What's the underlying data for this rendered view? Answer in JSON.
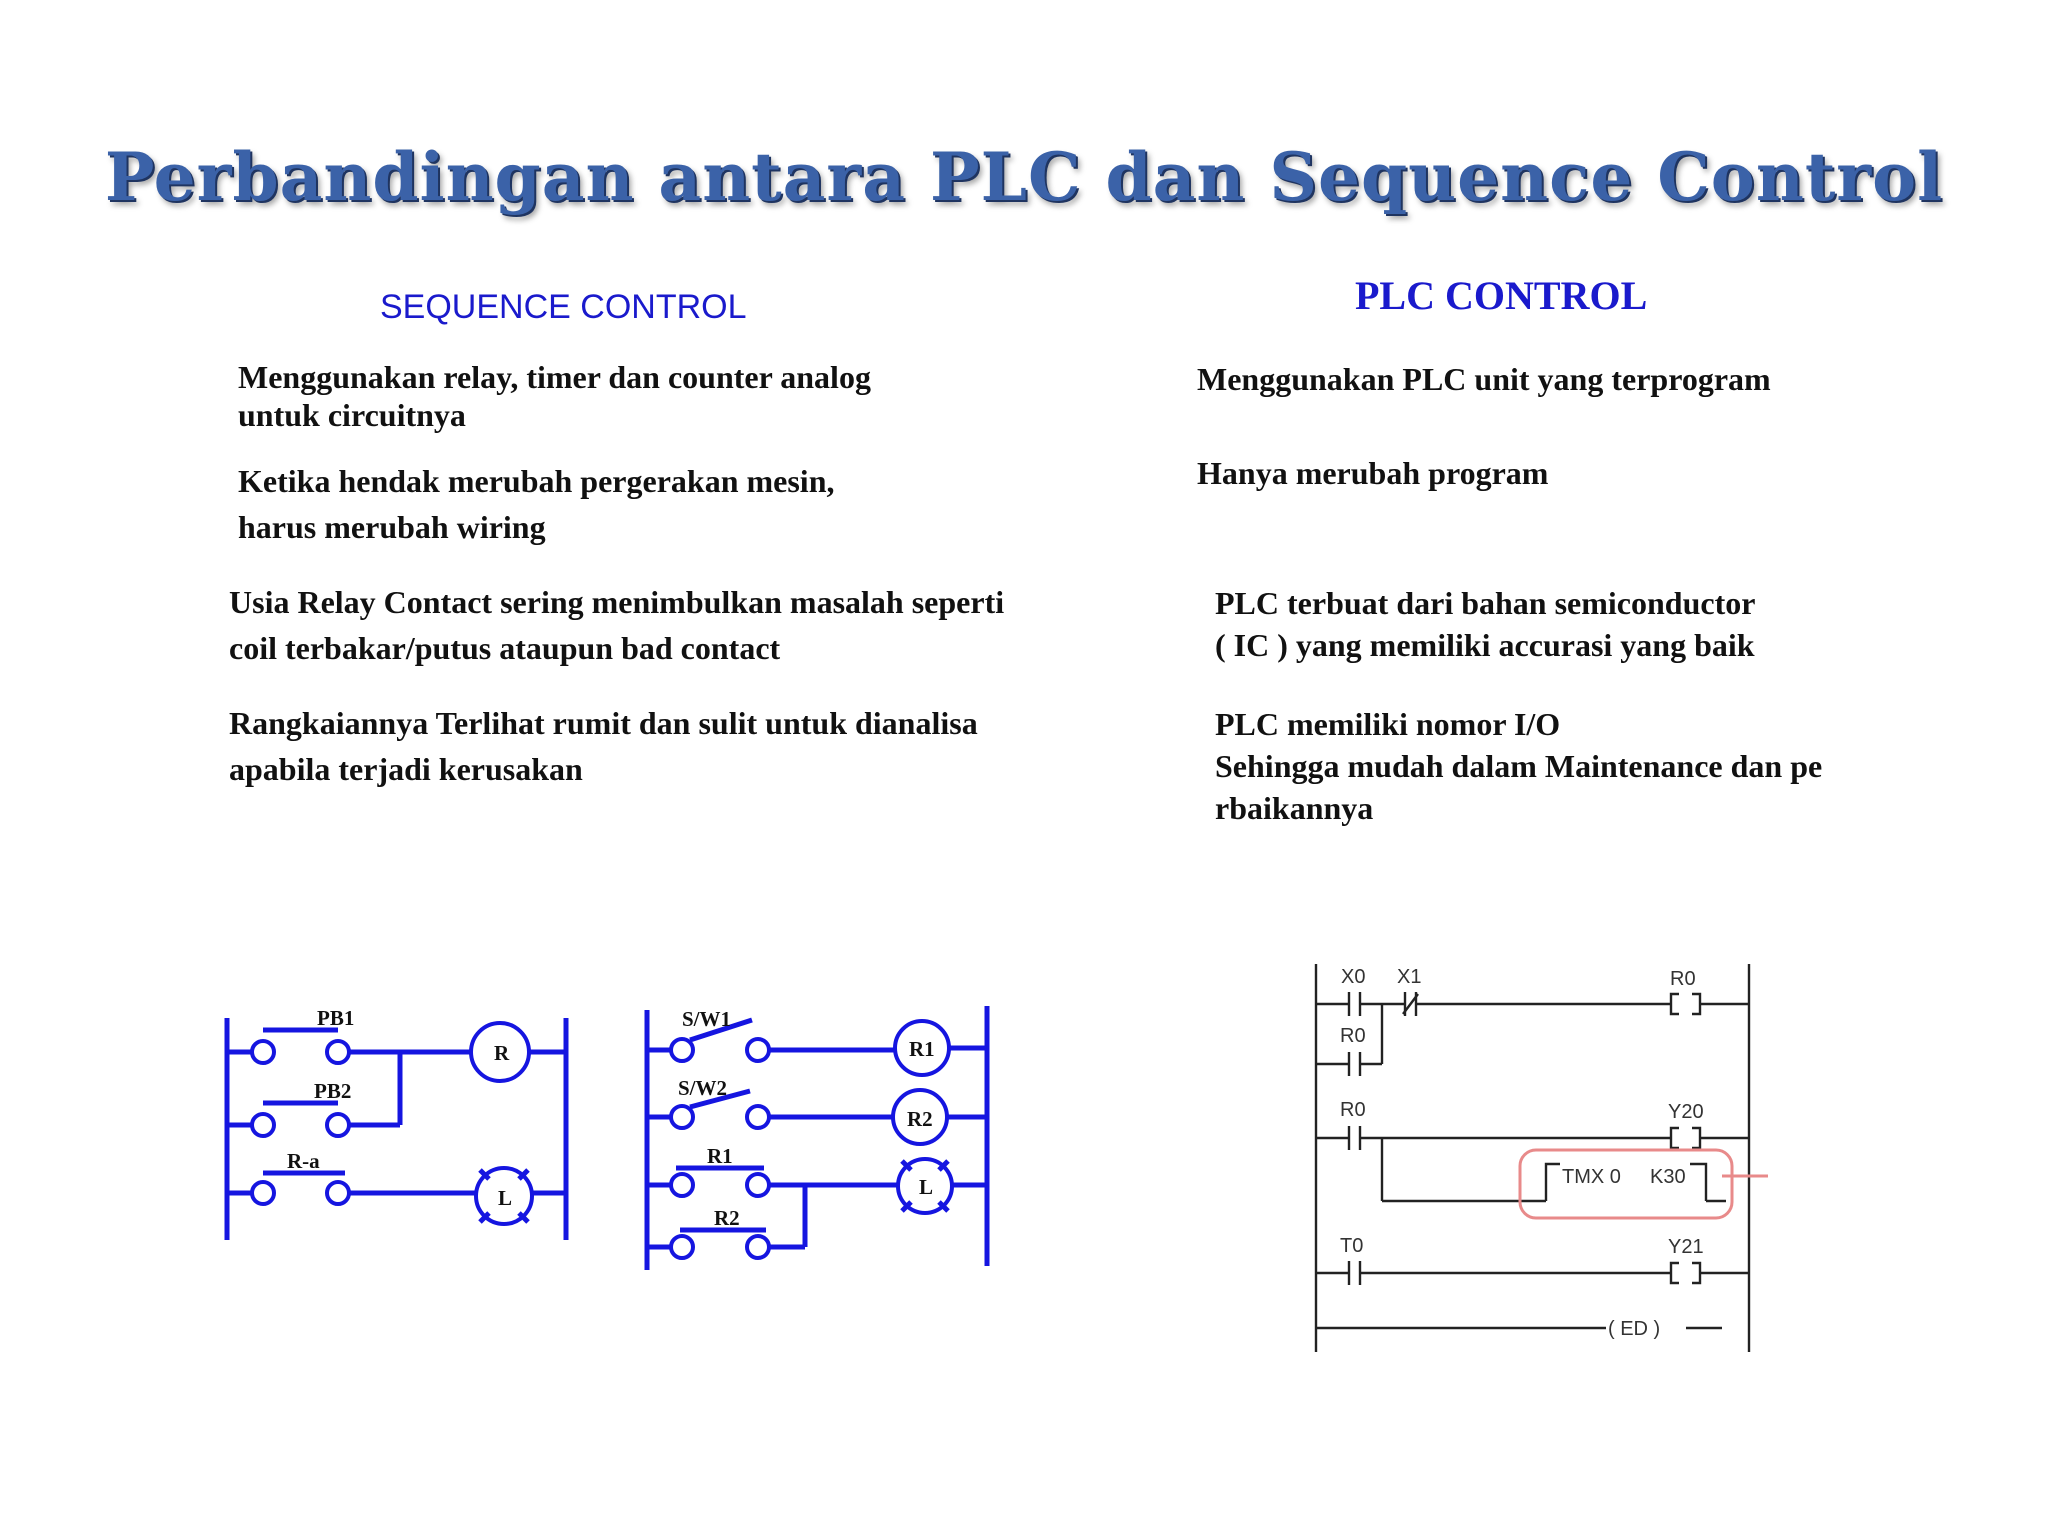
{
  "title": "Perbandingan antara PLC dan Sequence Control",
  "sequence": {
    "heading": "SEQUENCE CONTROL",
    "points": [
      {
        "lines": [
          "Menggunakan relay, timer dan counter analog",
          "untuk circuitnya"
        ]
      },
      {
        "lines": [
          "Ketika hendak merubah pergerakan mesin,",
          "harus merubah wiring"
        ]
      },
      {
        "lines": [
          "Usia Relay Contact sering menimbulkan masalah seperti",
          "coil terbakar/putus ataupun bad contact"
        ]
      },
      {
        "lines": [
          "Rangkaiannya Terlihat rumit dan sulit untuk dianalisa",
          "apabila terjadi kerusakan"
        ]
      }
    ]
  },
  "plc": {
    "heading": "PLC CONTROL",
    "points": [
      {
        "lines": [
          "Menggunakan PLC unit yang terprogram"
        ]
      },
      {
        "lines": [
          "Hanya merubah program"
        ]
      },
      {
        "lines": [
          "PLC terbuat dari bahan semiconductor",
          "( IC ) yang memiliki accurasi yang baik"
        ]
      },
      {
        "lines": [
          "PLC memiliki nomor I/O",
          "Sehingga mudah dalam Maintenance dan pe",
          "rbaikannya"
        ]
      }
    ]
  },
  "relay_diagram_1": {
    "labels": {
      "pb1": "PB1",
      "pb2": "PB2",
      "ra": "R-a",
      "coil_r": "R",
      "lamp": "L"
    }
  },
  "relay_diagram_2": {
    "labels": {
      "sw1": "S/W1",
      "sw2": "S/W2",
      "r1": "R1",
      "r2": "R2",
      "coil_r1": "R1",
      "coil_r2": "R2",
      "lamp": "L"
    }
  },
  "ladder_diagram": {
    "labels": {
      "x0": "X0",
      "x1": "X1",
      "r0_coil": "R0",
      "r0_contact_a": "R0",
      "r0_contact_b": "R0",
      "y20": "Y20",
      "tmx": "TMX 0",
      "k30": "K30",
      "t0": "T0",
      "y21": "Y21",
      "ed": "( ED )"
    }
  },
  "colors": {
    "title": "#3b62a8",
    "heading": "#1a1acc",
    "wire": "#1515e0",
    "highlight": "#e88a8a"
  }
}
